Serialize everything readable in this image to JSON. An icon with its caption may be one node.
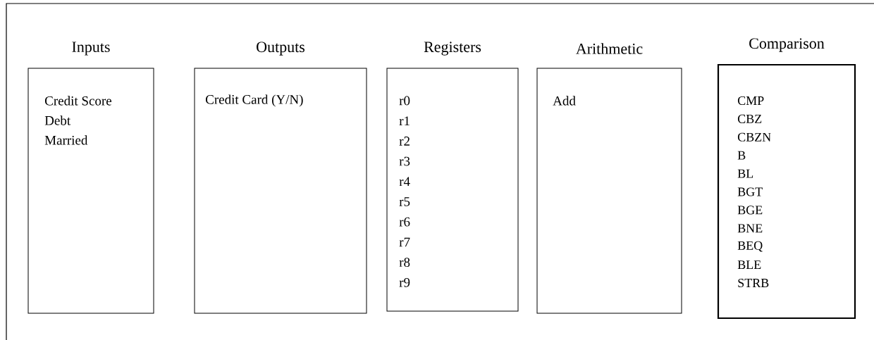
{
  "diagram": {
    "nodes": [
      {
        "text": [
          "Inputs",
          "Credit Score",
          "Debt",
          "Married"
        ]
      },
      {
        "text": [
          "Outputs",
          "Credit Card (Y/N)"
        ]
      },
      {
        "text": [
          "Registers",
          "r0",
          "r1",
          "r2",
          "r3",
          "r4",
          "r5",
          "r6",
          "r7",
          "r8",
          "r9"
        ]
      },
      {
        "text": [
          "Arithmetic",
          "Add"
        ]
      },
      {
        "text": [
          "Comparison",
          "CMP",
          "CBZ",
          "CBZN",
          "B",
          "BL",
          "BGT",
          "BGE",
          "BNE",
          "BEQ",
          "BLE",
          "STRB"
        ]
      }
    ]
  }
}
